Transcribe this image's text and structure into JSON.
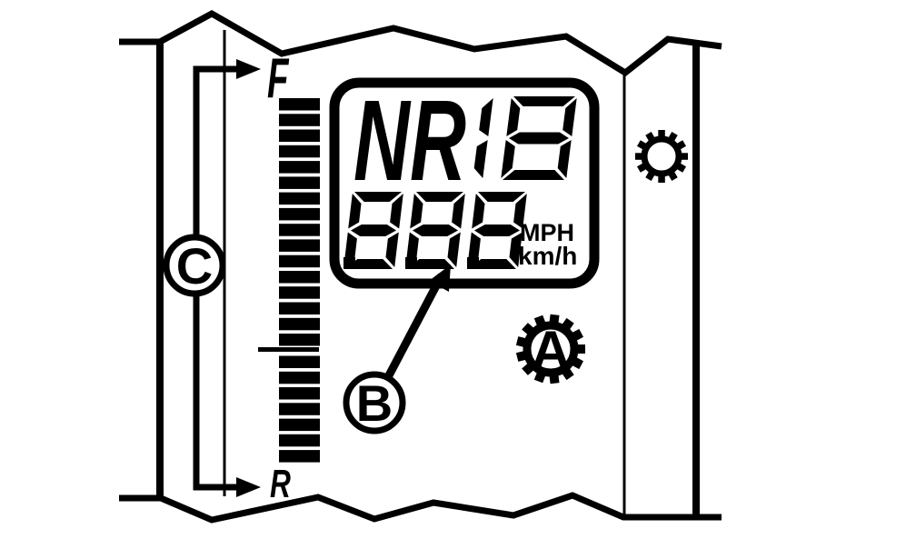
{
  "diagram": {
    "type": "instrument-panel-lcd-illustration",
    "callouts": {
      "a": "A",
      "b": "B",
      "c": "C"
    },
    "gauge": {
      "top_label": "F",
      "bottom_label": "R",
      "segments_above_tick": 16,
      "segments_below_tick": 7,
      "segment_count": 23
    },
    "display": {
      "gear_letters": "NR",
      "gear_digits": "18",
      "gear_text": "NR18",
      "speed_digits": [
        "8",
        "8",
        "8"
      ],
      "speed_text": "8.8.8",
      "unit_top": "MPH",
      "unit_bottom": "km/h"
    },
    "icons": {
      "top_right": "gear-icon",
      "callout_a": "gear-icon-with-letter-a"
    },
    "colors": {
      "ink": "#000000",
      "background": "#ffffff"
    }
  }
}
